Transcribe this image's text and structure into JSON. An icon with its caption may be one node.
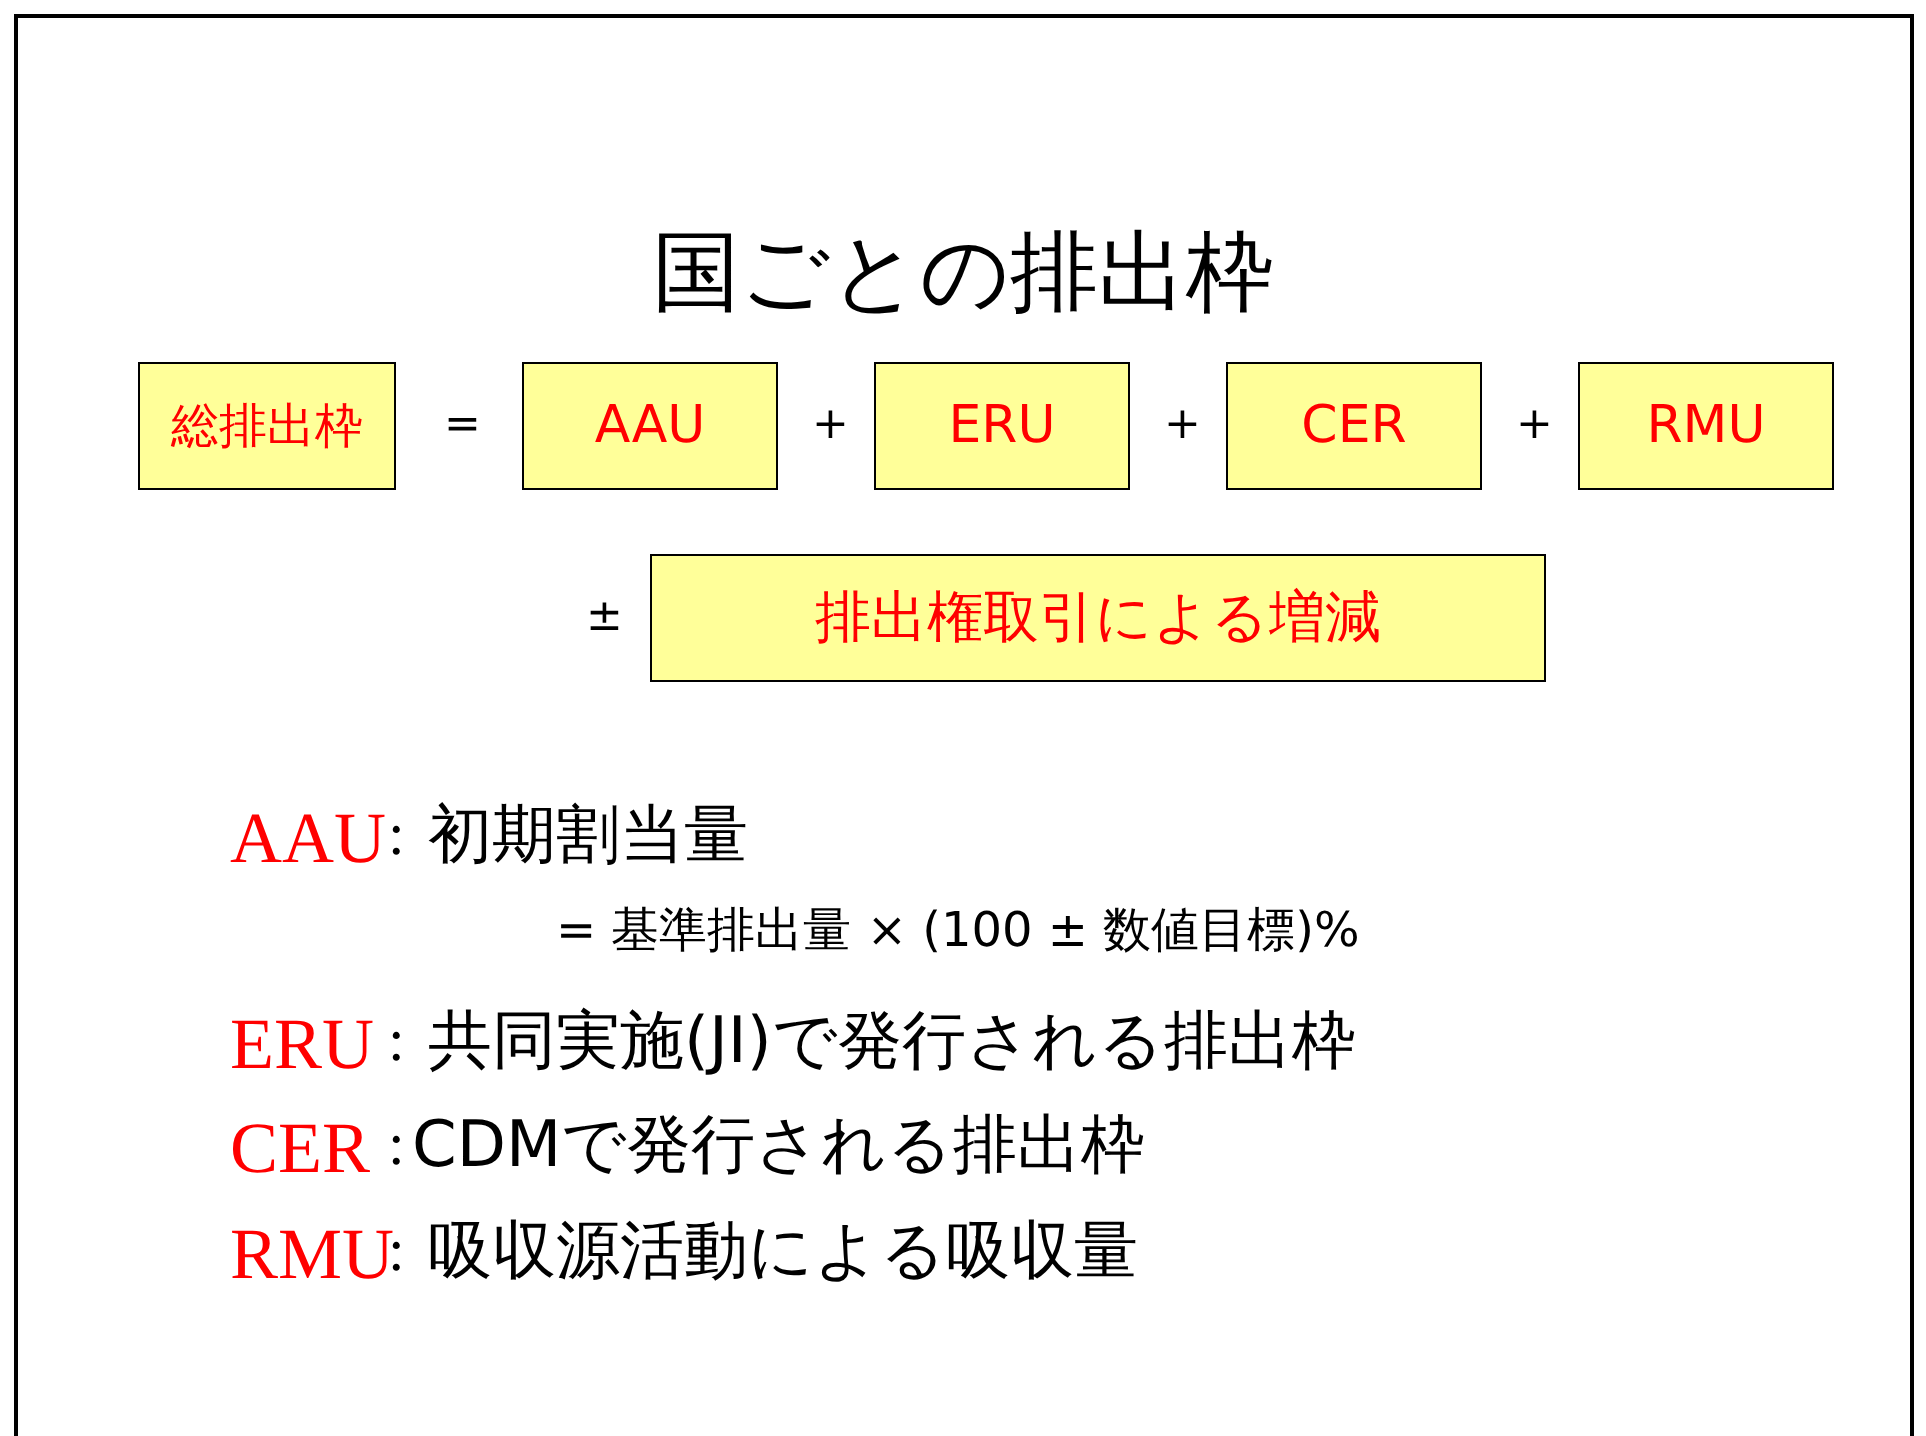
{
  "diagram": {
    "title": "国ごとの排出枠",
    "nodes": [
      {
        "text": [
          "総排出枠"
        ]
      },
      {
        "text": [
          "AAU"
        ]
      },
      {
        "text": [
          "ERU"
        ]
      },
      {
        "text": [
          "CER"
        ]
      },
      {
        "text": [
          "RMU"
        ]
      },
      {
        "text": [
          "排出権取引による増減"
        ]
      }
    ],
    "labels": [
      "=",
      "+",
      "+",
      "+",
      "±",
      "AAU",
      ":",
      "初期割当量",
      "= 基準排出量 × (100 ± 数値目標)%",
      "ERU",
      ":",
      "共同実施(JI)で発行される排出枠",
      "CER",
      ":",
      "CDMで発行される排出枠",
      "RMU",
      ":",
      "吸収源活動による吸収量"
    ]
  }
}
